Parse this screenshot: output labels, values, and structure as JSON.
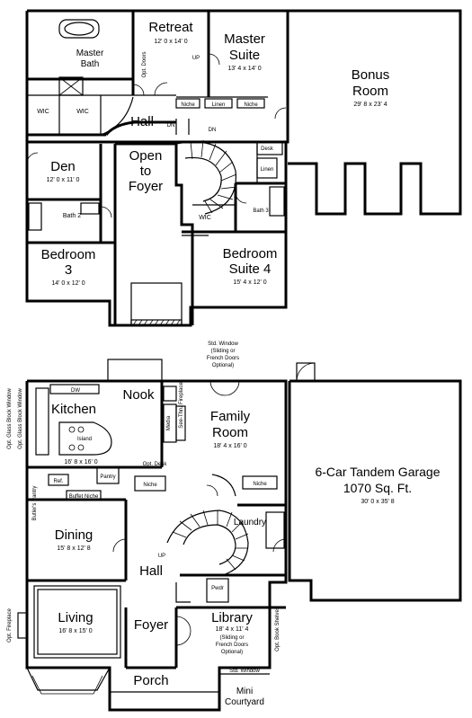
{
  "upper_floor": {
    "retreat": {
      "name": "Retreat",
      "dim": "12' 0 x 14' 0"
    },
    "master_suite": {
      "name_1": "Master",
      "name_2": "Suite",
      "dim": "13' 4 x 14' 0"
    },
    "bonus_room": {
      "name_1": "Bonus",
      "name_2": "Room",
      "dim": "29' 8 x 23' 4"
    },
    "master_bath": {
      "name_1": "Master",
      "name_2": "Bath"
    },
    "wic_left": "WIC",
    "wic_right": "WIC",
    "opt_doors": "Opt. Doors",
    "up": "UP",
    "niche_1": "Niche",
    "linen_1": "Linen",
    "niche_2": "Niche",
    "hall": "Hall",
    "dn_1": "DN",
    "dn_2": "DN",
    "open_to_foyer": {
      "line_1": "Open",
      "line_2": "to",
      "line_3": "Foyer"
    },
    "den": {
      "name": "Den",
      "dim": "12' 0 x 11' 0"
    },
    "bath_2": "Bath 2",
    "desk": "Desk",
    "linen_2": "Linen",
    "bath_3": "Bath 3",
    "wic_3": "WIC",
    "bedroom_3": {
      "name_1": "Bedroom",
      "name_2": "3",
      "dim": "14' 0 x 12' 0"
    },
    "bedroom_suite_4": {
      "name_1": "Bedroom",
      "name_2": "Suite 4",
      "dim": "15' 4 x 12' 0"
    }
  },
  "lower_floor": {
    "std_window_top": {
      "line_1": "Std. Window",
      "line_2": "(Sliding or",
      "line_3": "French Doors",
      "line_4": "Optional)"
    },
    "dw": "DW",
    "nook": "Nook",
    "kitchen": {
      "name": "Kitchen",
      "dim": "16' 8 x 16' 0"
    },
    "island": "Island",
    "media": "Media",
    "see_thru_fireplace": "See-Thru Fireplace",
    "family_room": {
      "name_1": "Family",
      "name_2": "Room",
      "dim": "18' 4 x 16' 0"
    },
    "opt_glass_block_1": "Opt. Glass Block Window",
    "opt_glass_block_2": "Opt. Glass Block Window",
    "opt_desk": "Opt. Desk",
    "ref": "Ref.",
    "pantry": "Pantry",
    "niche_3": "Niche",
    "niche_4": "Niche",
    "butlers_pantry": "Butler's Pantry",
    "buffet_niche": "Buffet Niche",
    "garage": {
      "line_1": "6-Car Tandem Garage",
      "line_2": "1070 Sq. Ft.",
      "dim": "30' 0 x 35' 8"
    },
    "laundry": "Laundry",
    "dining": {
      "name": "Dining",
      "dim": "15' 8 x 12' 8"
    },
    "up_2": "UP",
    "hall_2": "Hall",
    "pwdr": "Pwdr",
    "opt_fireplace": "Opt. Fireplace",
    "living": {
      "name": "Living",
      "dim": "16' 8 x 15' 0"
    },
    "foyer": "Foyer",
    "library": {
      "name": "Library",
      "dim": "18' 4 x 11' 4",
      "note_1": "(Sliding or",
      "note_2": "French Doors",
      "note_3": "Optional)"
    },
    "opt_book_shelves": "Opt. Book Shelves",
    "porch": "Porch",
    "std_window_bottom": "Std. Window",
    "mini_courtyard": {
      "line_1": "Mini",
      "line_2": "Courtyard"
    }
  }
}
